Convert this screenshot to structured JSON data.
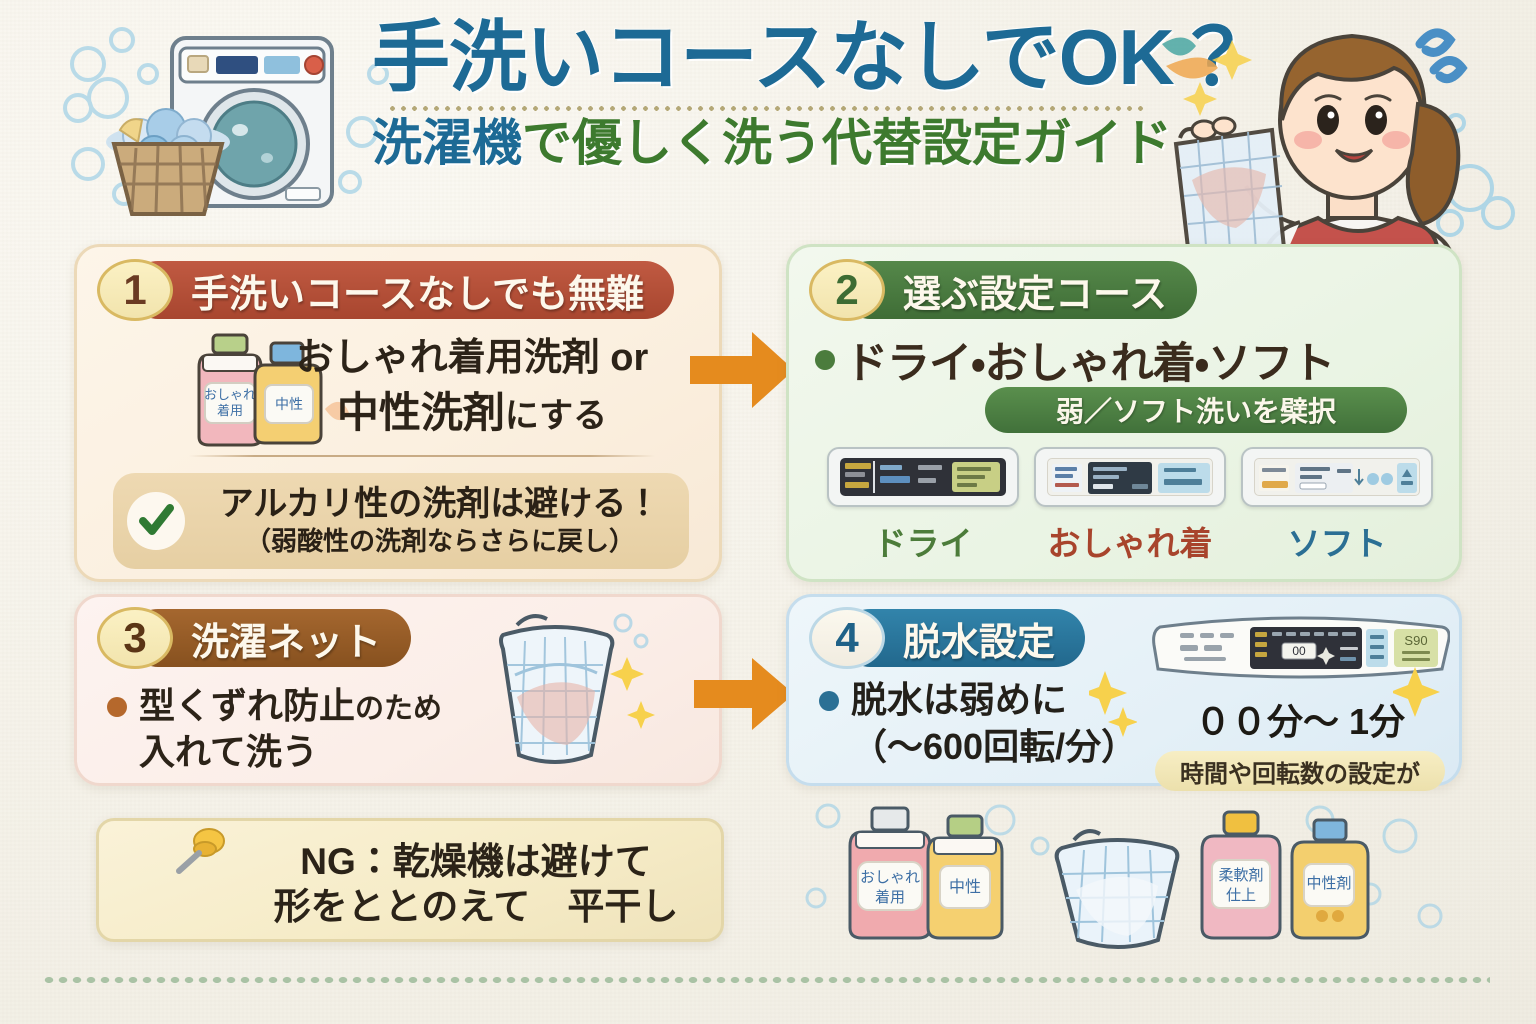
{
  "header": {
    "title_main": "手洗いコースなしでOK？",
    "subtitle_blue": "洗濯機",
    "subtitle_green": "で優しく洗う代替設定ガイド",
    "washing_machine_icon": "washing-machine-icon",
    "character_icon": "woman-holding-laundry-net-icon"
  },
  "sections": [
    {
      "number": "1",
      "heading": "手洗いコースなしでも無難",
      "line1": "おしゃれ着用洗剤 or",
      "line2_strong": "中性洗剤",
      "line2_tail": "にする",
      "note_main": "アルカリ性の洗剤は避ける！",
      "note_sub": "（弱酸性の洗剤ならさらに戻し）",
      "check_icon": "check-icon",
      "bottles_icon": "detergent-bottles-icon",
      "accent": "#b5503c"
    },
    {
      "number": "2",
      "heading": "選ぶ設定コース",
      "bullet": "ドライ・おしゃれ着・ソフト",
      "tag": "弱／ソフト洗いを檗択",
      "panels": [
        {
          "label": "ドライ",
          "icon": "control-panel-dry-icon"
        },
        {
          "label": "おしゃれ着",
          "icon": "control-panel-delicate-icon"
        },
        {
          "label": "ソフト",
          "icon": "control-panel-soft-icon"
        }
      ],
      "accent": "#4a7c40"
    },
    {
      "number": "3",
      "heading": "洗濯ネット",
      "line1_strong": "型くずれ防止",
      "line1_tail": "のため",
      "line2": "入れて洗う",
      "net_icon": "laundry-net-icon",
      "accent": "#9a5b28"
    },
    {
      "number": "4",
      "heading": "脱水設定",
      "line1": "脱水は弱めに",
      "line2": "（〜600回転/分）",
      "time": "００分〜 1分",
      "tag": "時間や回転数の設定が",
      "panel_icon": "washing-machine-top-panel-icon",
      "accent": "#2b7095"
    }
  ],
  "ng_note": {
    "line1": "NG：乾燥機は避けて",
    "line2": "形をととのえて　平干し",
    "pin_icon": "pushpin-icon"
  },
  "bottom_illustration": {
    "items": [
      {
        "icon": "detergent-bottle-pink-icon",
        "label": "おしゃれ着"
      },
      {
        "icon": "detergent-bottle-yellow-icon",
        "label": "中性"
      },
      {
        "icon": "laundry-net-icon",
        "label": ""
      },
      {
        "icon": "detergent-bottle-pink2-icon",
        "label": "柔軟剤"
      },
      {
        "icon": "detergent-bottle-yellow2-icon",
        "label": "中性剤"
      }
    ]
  },
  "arrows": {
    "arrow_1_to_2": "arrow-right-icon",
    "arrow_3_to_4": "arrow-right-icon",
    "color": "#e58b1e"
  },
  "colors": {
    "background": "#f4f1e8",
    "title_blue": "#1d6a95",
    "title_green": "#3d7a2e",
    "divider_green": "#9dbb9a"
  }
}
